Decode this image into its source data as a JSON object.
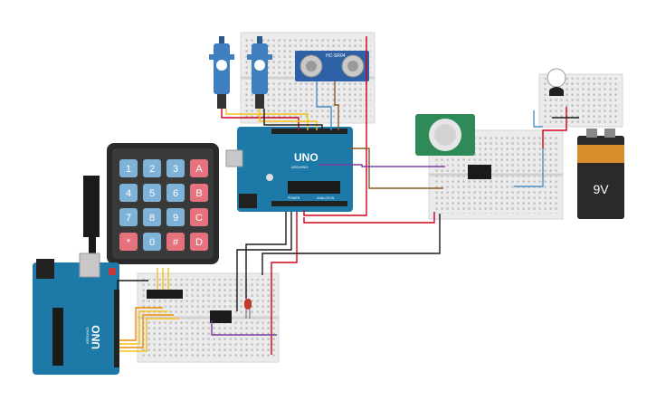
{
  "keypad": {
    "keys": [
      "1",
      "2",
      "3",
      "A",
      "4",
      "5",
      "6",
      "B",
      "7",
      "8",
      "9",
      "C",
      "*",
      "0",
      "#",
      "D"
    ],
    "number_color": "#7fb2d8",
    "letter_color": "#e5727c"
  },
  "arduino_top": {
    "label": "UNO",
    "sub_label": "ARDUINO",
    "power_label": "POWER",
    "analog_label": "ANALOG IN"
  },
  "arduino_bottom": {
    "label": "UNO",
    "sub_label": "ARDUINO"
  },
  "ultrasonic": {
    "label": "HC-SR04"
  },
  "battery": {
    "label": "9V"
  },
  "colors": {
    "board": "#1d7aa8",
    "breadboard": "#e8e8e8",
    "wire_red": "#d0021b",
    "wire_black": "#1a1a1a",
    "wire_yellow": "#f3c21b",
    "wire_orange": "#f08c00",
    "wire_brown": "#8b5a2b",
    "wire_purple": "#7b3fa0",
    "wire_blue": "#4a90c8",
    "pir": "#2e8b57"
  }
}
